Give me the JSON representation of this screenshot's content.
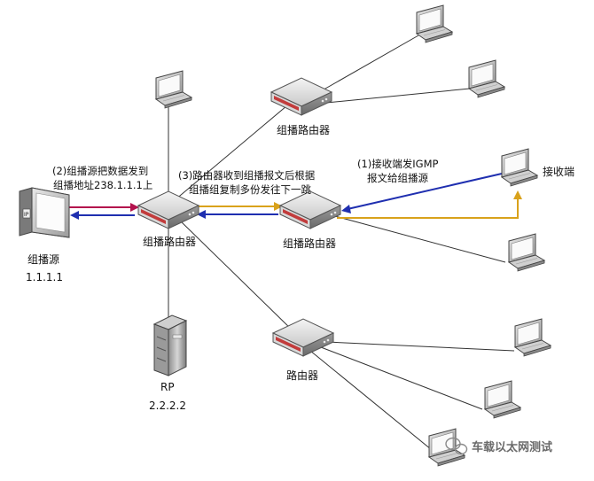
{
  "labels": {
    "router_center": "组播路由器",
    "router_top": "组播路由器",
    "router_mid": "组播路由器",
    "router_bottom": "路由器",
    "source_name": "组播源",
    "source_ip": "1.1.1.1",
    "rp_name": "RP",
    "rp_ip": "2.2.2.2",
    "receiver": "接收端",
    "source_screen": "IP"
  },
  "annotations": {
    "step2_line1": "(2)组播源把数据发到",
    "step2_line2": "组播地址238.1.1.1上",
    "step3_line1": "(3)路由器收到组播报文后根据",
    "step3_line2": "组播组复制多份发往下一跳",
    "step1_line1": "(1)接收端发IGMP",
    "step1_line2": "报文给组播源"
  },
  "watermark": "车载以太网测试",
  "colors": {
    "igmp_arrow": "#1f2fb0",
    "source_data_arrow": "#b3124d",
    "forward_arrow": "#d9a21b",
    "link_line": "#333333",
    "router_accent": "#d23a3a"
  }
}
